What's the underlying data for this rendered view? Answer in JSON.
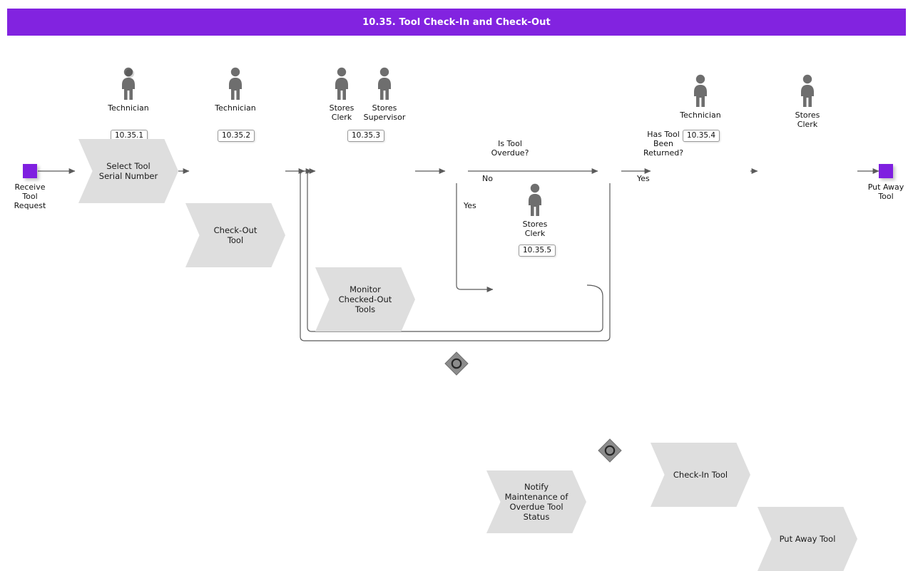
{
  "header": {
    "title": "10.35. Tool Check-In and Check-Out",
    "bar_color": "#8223E0"
  },
  "colors": {
    "accent": "#8223E0",
    "terminator": "#7F1FE0",
    "activity_fill": "#DEDEDE",
    "actor_fill": "#6E6E6E",
    "gateway_fill": "#8C8C8C",
    "connector": "#5A5A5A"
  },
  "start_event": {
    "label": "Receive\nTool\nRequest",
    "line1": "Receive",
    "line2": "Tool",
    "line3": "Request"
  },
  "end_event": {
    "label": "Put Away\nTool",
    "line1": "Put Away",
    "line2": "Tool"
  },
  "activities": [
    {
      "id": "10.35.1",
      "number": "10.35.1",
      "name": "Select Tool Serial Number",
      "line1": "Select Tool",
      "line2": "Serial Number",
      "line3": "",
      "line4": ""
    },
    {
      "id": "10.35.2",
      "number": "10.35.2",
      "name": "Check-Out Tool",
      "line1": "Check-Out",
      "line2": "Tool",
      "line3": "",
      "line4": ""
    },
    {
      "id": "10.35.3",
      "number": "10.35.3",
      "name": "Monitor Checked-Out Tools",
      "line1": "Monitor",
      "line2": "Checked-Out",
      "line3": "Tools",
      "line4": ""
    },
    {
      "id": "10.35.4",
      "number": "10.35.4",
      "name": "Check-In Tool",
      "line1": "Check-In Tool",
      "line2": "",
      "line3": "",
      "line4": ""
    },
    {
      "id": "put-away",
      "number": "",
      "name": "Put Away Tool",
      "line1": "Put Away Tool",
      "line2": "",
      "line3": "",
      "line4": ""
    },
    {
      "id": "10.35.5",
      "number": "10.35.5",
      "name": "Notify Maintenance of Overdue Tool Status",
      "line1": "Notify",
      "line2": "Maintenance of",
      "line3": "Overdue Tool",
      "line4": "Status"
    }
  ],
  "actors": [
    {
      "id": "a1",
      "line1": "Technician",
      "line2": ""
    },
    {
      "id": "a2",
      "line1": "Technician",
      "line2": ""
    },
    {
      "id": "a3",
      "line1": "Stores",
      "line2": "Clerk"
    },
    {
      "id": "a4",
      "line1": "Stores",
      "line2": "Supervisor"
    },
    {
      "id": "a5",
      "line1": "Stores",
      "line2": "Clerk"
    },
    {
      "id": "a6",
      "line1": "Technician",
      "line2": ""
    },
    {
      "id": "a7",
      "line1": "Stores",
      "line2": "Clerk"
    }
  ],
  "gateways": [
    {
      "id": "g1",
      "line1": "Is Tool",
      "line2": "Overdue?",
      "line3": "",
      "yes": "Yes",
      "no": "No"
    },
    {
      "id": "g2",
      "line1": "Has Tool",
      "line2": "Been",
      "line3": "Returned?",
      "yes": "Yes",
      "no": ""
    }
  ],
  "edge_labels": {
    "g1_no": "No",
    "g1_yes": "Yes",
    "g2_yes": "Yes"
  }
}
